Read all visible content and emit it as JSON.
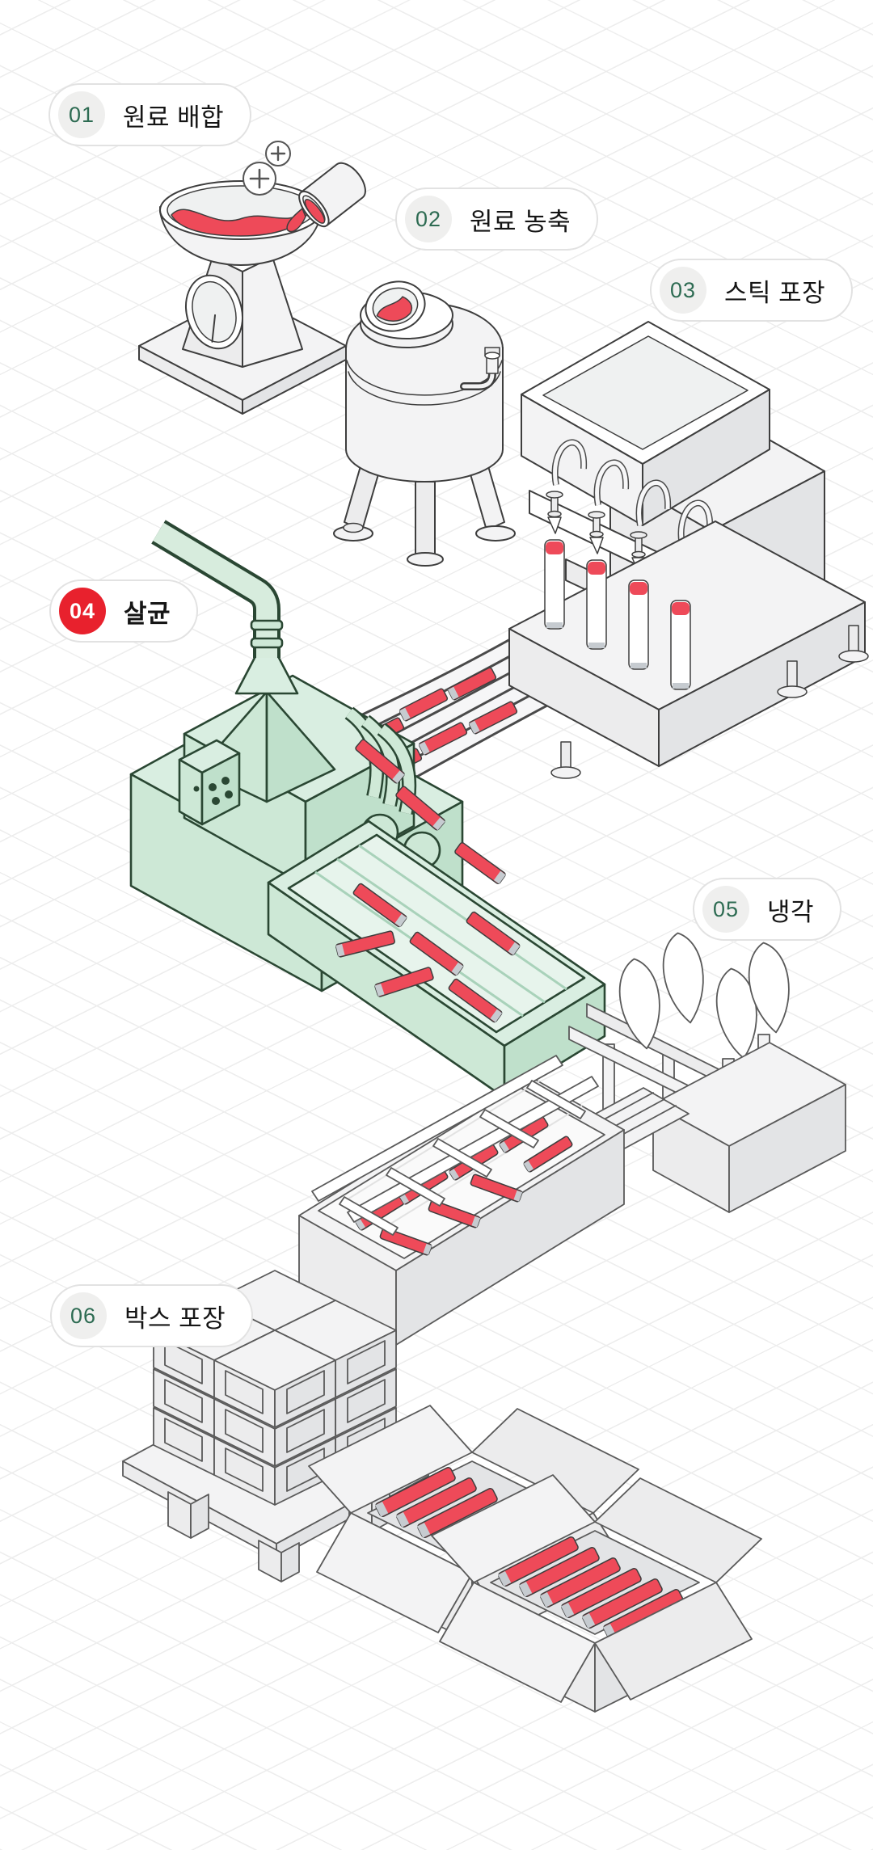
{
  "diagram": {
    "type": "isometric-process-infographic",
    "background": {
      "pattern": "isometric-grid",
      "grid_line_color": "#ededed",
      "bg_color": "#ffffff"
    },
    "accent_colors": {
      "highlight_badge_red": "#e8212d",
      "liquid_stick_red": "#ee4a59",
      "highlight_machine_mint": "#d9eee1",
      "step_number_green": "#2d6b52",
      "outline_gray": "#3e3e3e"
    }
  },
  "steps": [
    {
      "number": "01",
      "label": "원료 배합",
      "highlighted": false,
      "illustration": "weighing-scale-with-red-liquid"
    },
    {
      "number": "02",
      "label": "원료 농축",
      "highlighted": false,
      "illustration": "concentration-tank"
    },
    {
      "number": "03",
      "label": "스틱 포장",
      "highlighted": false,
      "illustration": "stick-pouch-filling-machine"
    },
    {
      "number": "04",
      "label": "살균",
      "highlighted": true,
      "illustration": "sterilizer-machine-mint"
    },
    {
      "number": "05",
      "label": "냉각",
      "highlighted": false,
      "illustration": "cooling-conveyor-with-fans"
    },
    {
      "number": "06",
      "label": "박스 포장",
      "highlighted": false,
      "illustration": "pallet-boxes-and-open-cartons"
    }
  ],
  "icons": {
    "plus": "+"
  }
}
